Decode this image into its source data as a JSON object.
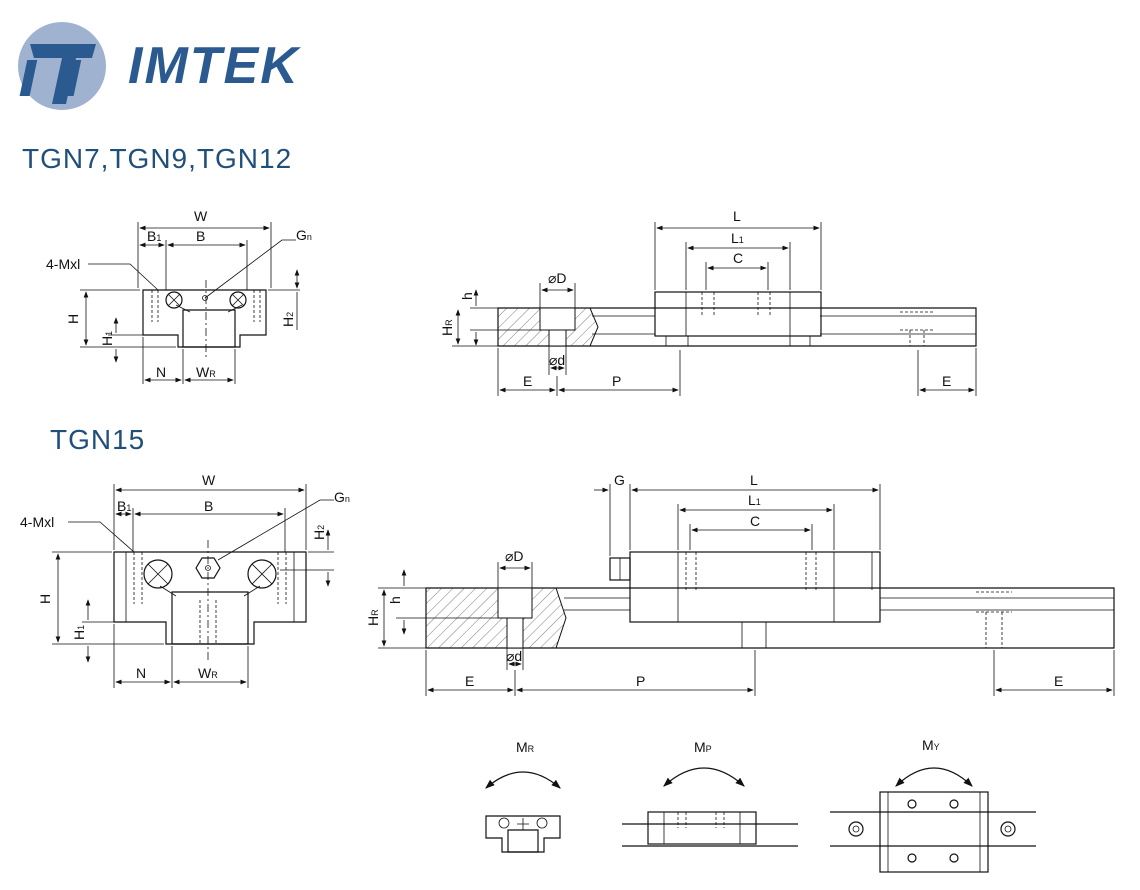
{
  "logo": {
    "text": "IMTEK"
  },
  "sections": [
    {
      "title": "TGN7,TGN9,TGN12"
    },
    {
      "title": "TGN15"
    }
  ],
  "dims": {
    "W": "W",
    "B1": "B",
    "B1sub": "1",
    "B": "B",
    "Gn": "G",
    "Gnsub": "n",
    "Mxl": "4-Mxl",
    "H": "H",
    "H1": "H",
    "H1sub": "1",
    "H2": "H",
    "H2sub": "2",
    "N": "N",
    "WR": "W",
    "WRsub": "R",
    "L": "L",
    "L1": "L",
    "L1sub": "1",
    "C": "C",
    "D": "⌀D",
    "d": "⌀d",
    "h": "h",
    "HR": "H",
    "HRsub": "R",
    "E": "E",
    "P": "P",
    "G": "G"
  },
  "moments": [
    {
      "label": "M",
      "sub": "R"
    },
    {
      "label": "M",
      "sub": "P"
    },
    {
      "label": "M",
      "sub": "Y"
    }
  ],
  "colors": {
    "brand": "#2a5a8f",
    "title": "#1f4f7a",
    "logo_circle": "#9fb3d0"
  }
}
